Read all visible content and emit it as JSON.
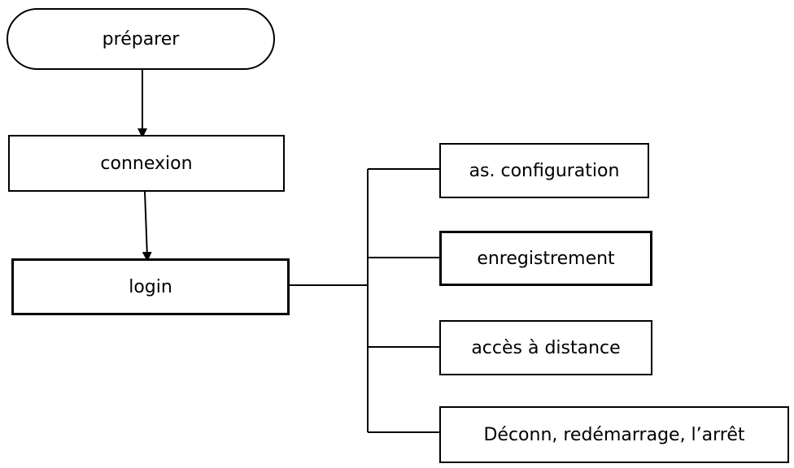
{
  "diagram": {
    "nodes": {
      "start": "préparer",
      "connection": "connexion",
      "login": "login",
      "config": "as. configuration",
      "record": "enregistrement",
      "remote": "accès à distance",
      "shutdown": "Déconn, redémarrage, l’arrêt"
    },
    "edges": [
      {
        "from": "start",
        "to": "connection",
        "type": "arrow"
      },
      {
        "from": "connection",
        "to": "login",
        "type": "arrow"
      },
      {
        "from": "login",
        "to": "config",
        "type": "line"
      },
      {
        "from": "login",
        "to": "record",
        "type": "line"
      },
      {
        "from": "login",
        "to": "remote",
        "type": "line"
      },
      {
        "from": "login",
        "to": "shutdown",
        "type": "line"
      }
    ],
    "colors": {
      "stroke": "#000000",
      "fill": "#ffffff",
      "text": "#000000"
    }
  }
}
